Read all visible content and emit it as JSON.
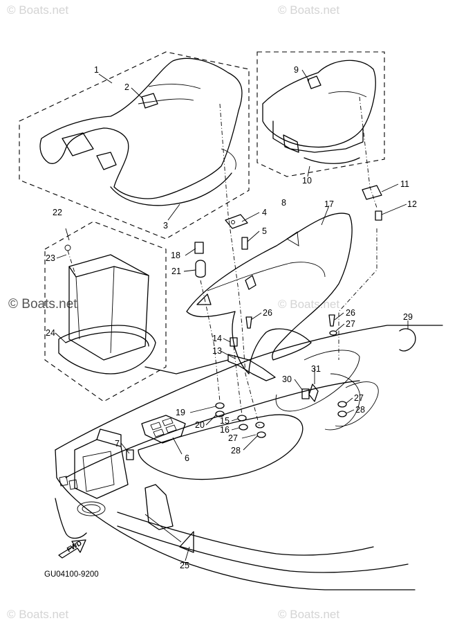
{
  "diagram_code": "GU04100-9200",
  "watermark_text": "© Boats.net",
  "forward_label": "FWD",
  "callouts": [
    "1",
    "2",
    "3",
    "4",
    "5",
    "6",
    "7",
    "8",
    "9",
    "10",
    "11",
    "12",
    "13",
    "14",
    "15",
    "16",
    "17",
    "18",
    "19",
    "20",
    "21",
    "22",
    "23",
    "24",
    "25",
    "26",
    "26",
    "27",
    "27",
    "27",
    "28",
    "28",
    "29",
    "30",
    "31"
  ]
}
